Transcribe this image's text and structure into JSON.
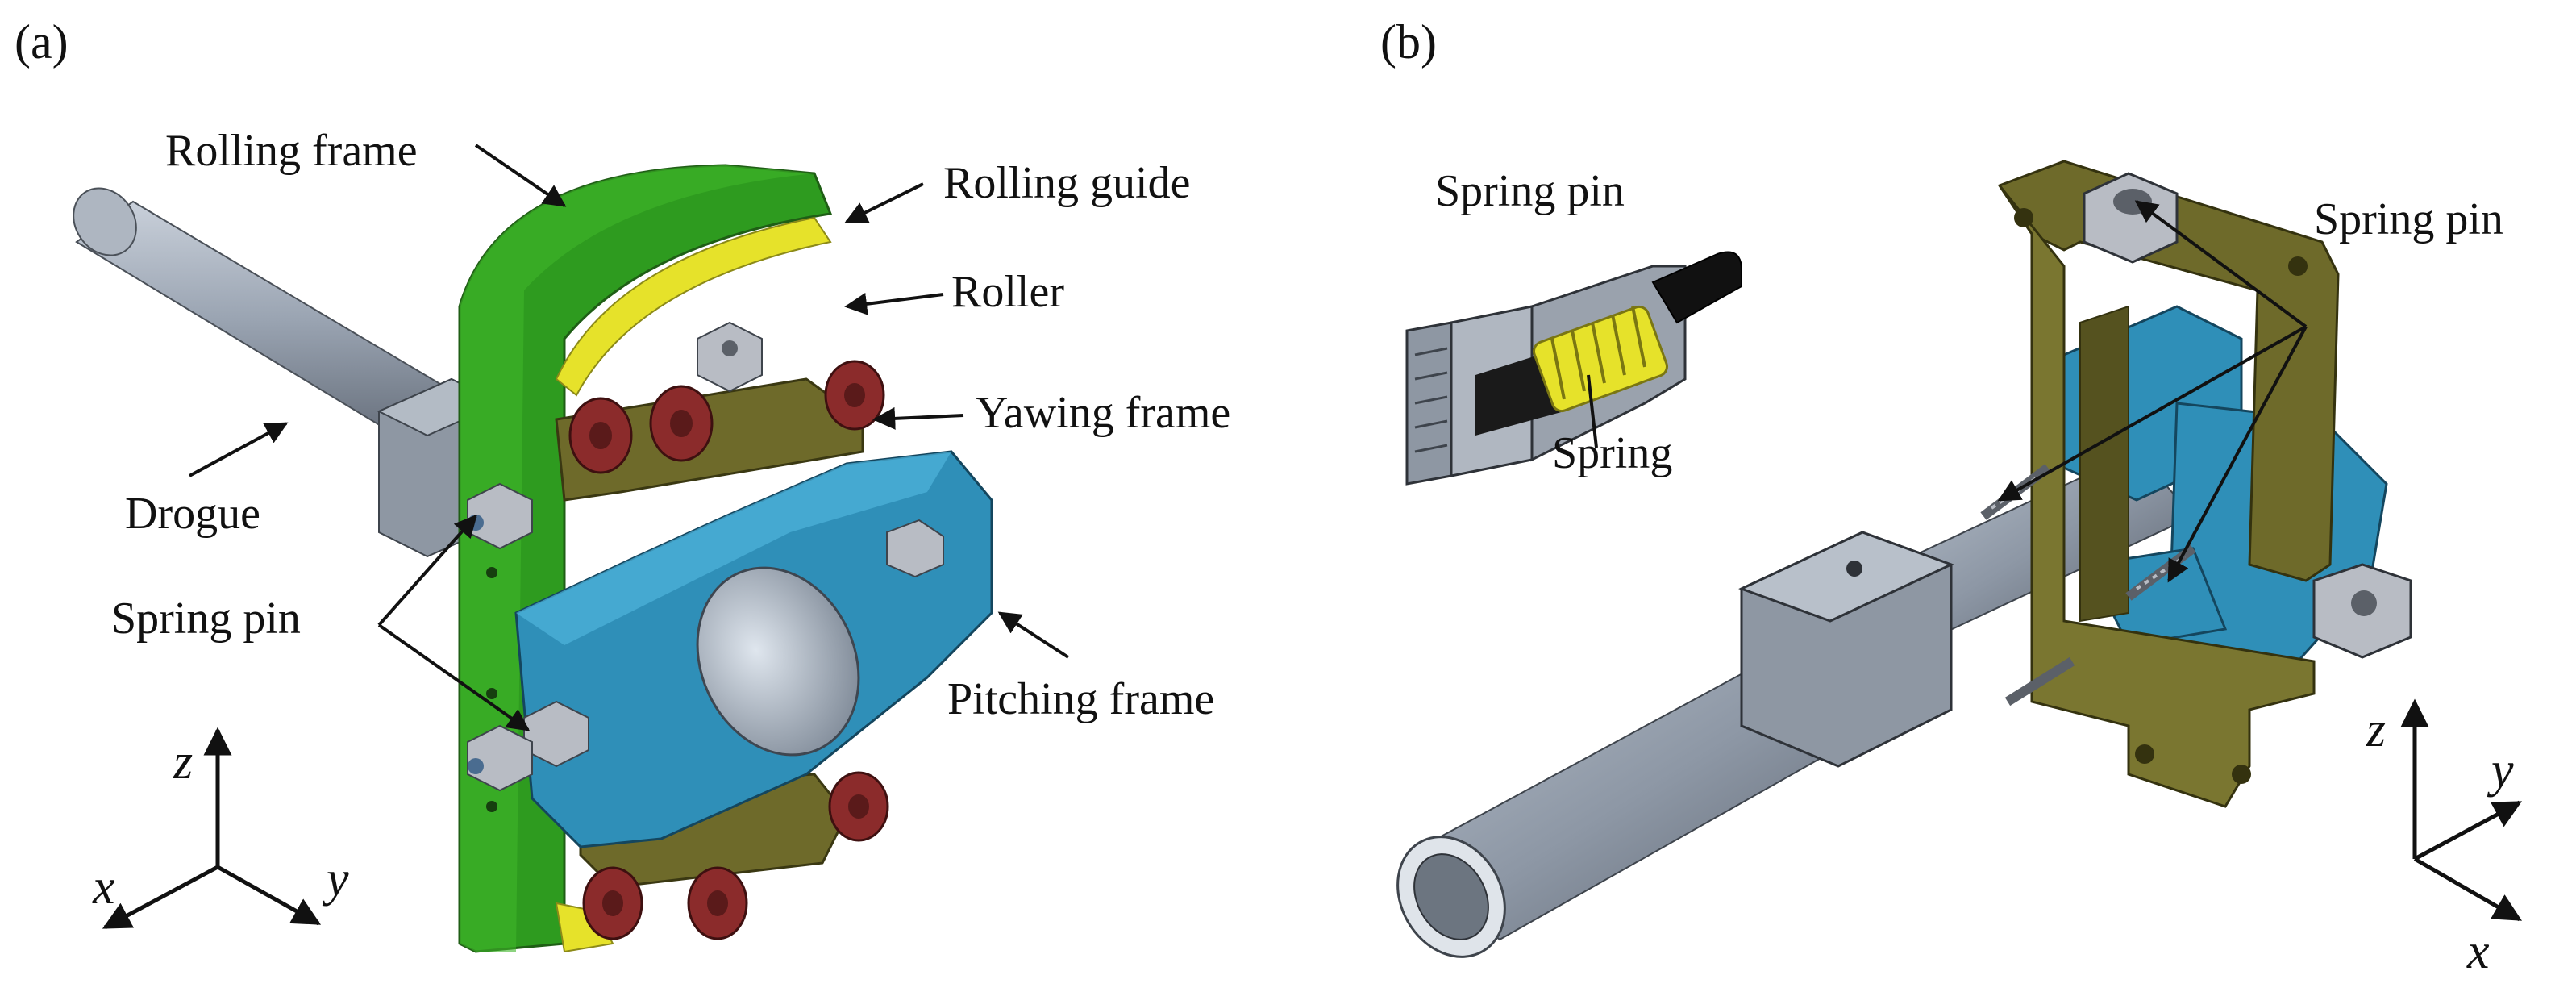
{
  "panels": {
    "a": {
      "tag": "(a)",
      "labels": {
        "rolling_frame": "Rolling frame",
        "rolling_guide": "Rolling guide",
        "roller": "Roller",
        "yawing_frame": "Yawing frame",
        "drogue": "Drogue",
        "spring_pin": "Spring pin",
        "pitching_frame": "Pitching frame"
      },
      "axes": {
        "x": "x",
        "y": "y",
        "z": "z"
      }
    },
    "b": {
      "tag": "(b)",
      "labels": {
        "spring_pin_detail": "Spring pin",
        "spring": "Spring",
        "spring_pin": "Spring pin"
      },
      "axes": {
        "x": "x",
        "y": "y",
        "z": "z"
      }
    }
  },
  "colors": {
    "rolling_frame": "#2e9b1f",
    "rolling_guide": "#e6e22a",
    "roller": "#8b2b2b",
    "yawing_frame": "#6e6a2a",
    "pitching_frame": "#2f8fb8",
    "drogue": "#9aa4b2",
    "steel": "#b8bcc4"
  }
}
